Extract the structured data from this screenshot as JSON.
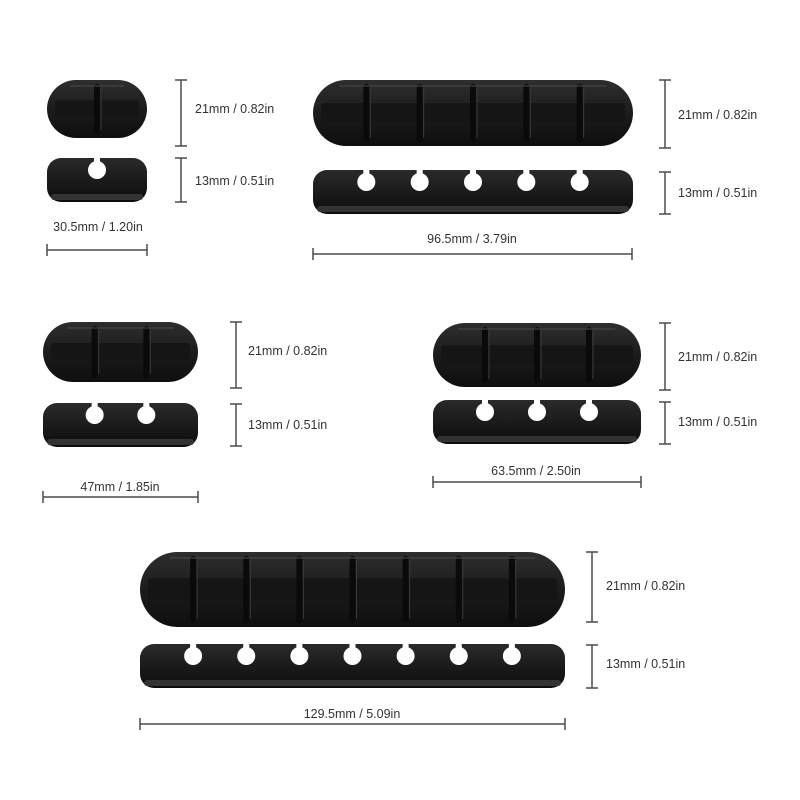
{
  "colors": {
    "product": "#1c1c1c",
    "highlight": "#3a3a3a",
    "dim_line": "#4a4a4a",
    "text": "#333333"
  },
  "products": [
    {
      "id": "clip-1",
      "slots": 1,
      "height_label": "21mm / 0.82in",
      "depth_label": "13mm / 0.51in",
      "width_label": "30.5mm / 1.20in"
    },
    {
      "id": "clip-5",
      "slots": 5,
      "height_label": "21mm / 0.82in",
      "depth_label": "13mm / 0.51in",
      "width_label": "96.5mm / 3.79in"
    },
    {
      "id": "clip-2",
      "slots": 2,
      "height_label": "21mm / 0.82in",
      "depth_label": "13mm / 0.51in",
      "width_label": "47mm / 1.85in"
    },
    {
      "id": "clip-3",
      "slots": 3,
      "height_label": "21mm / 0.82in",
      "depth_label": "13mm / 0.51in",
      "width_label": "63.5mm / 2.50in"
    },
    {
      "id": "clip-7",
      "slots": 7,
      "height_label": "21mm / 0.82in",
      "depth_label": "13mm / 0.51in",
      "width_label": "129.5mm / 5.09in"
    }
  ]
}
